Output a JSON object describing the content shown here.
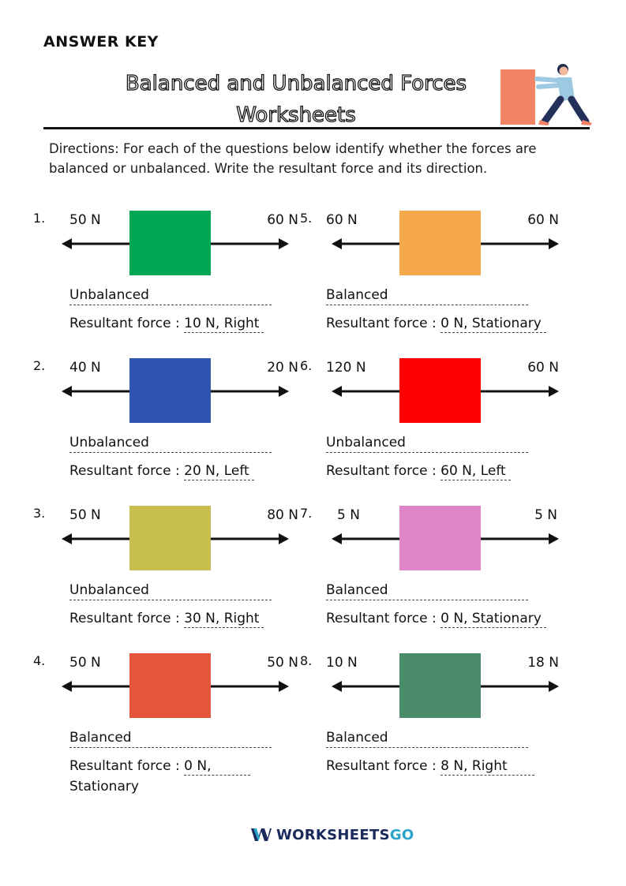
{
  "header": {
    "answer_key": "ANSWER KEY",
    "title_line1": "Balanced and Unbalanced Forces",
    "title_line2": "Worksheets",
    "illustration_icon": "person-pushing-box-icon"
  },
  "directions": "Directions: For each of the questions below identify whether the forces are balanced or unbalanced. Write the resultant force and its direction.",
  "resultant_label": "Resultant force :",
  "questions": [
    {
      "num": "1.",
      "left_force": "50 N",
      "right_force": "60 N",
      "block_color": "#00a651",
      "status": "Unbalanced",
      "answer": "10 N, Right"
    },
    {
      "num": "2.",
      "left_force": "40 N",
      "right_force": "20 N",
      "block_color": "#2e55b0",
      "status": "Unbalanced",
      "answer": "20 N, Left"
    },
    {
      "num": "3.",
      "left_force": "50 N",
      "right_force": "80 N",
      "block_color": "#c8be50",
      "status": "Unbalanced",
      "answer": "30 N, Right"
    },
    {
      "num": "4.",
      "left_force": "50 N",
      "right_force": "50 N",
      "block_color": "#e4563a",
      "status": "Balanced",
      "answer": "0 N,",
      "answer_cont": "Stationary"
    },
    {
      "num": "5.",
      "left_force": "60 N",
      "right_force": "60 N",
      "block_color": "#f5a94a",
      "status": "Balanced",
      "answer": "0 N, Stationary"
    },
    {
      "num": "6.",
      "left_force": "120 N",
      "right_force": "60 N",
      "block_color": "#ff0000",
      "status": "Unbalanced",
      "answer": "60 N, Left"
    },
    {
      "num": "7.",
      "left_force": "5 N",
      "right_force": "5 N",
      "block_color": "#e086c8",
      "status": "Balanced",
      "answer": "0 N, Stationary"
    },
    {
      "num": "8.",
      "left_force": "10 N",
      "right_force": "18 N",
      "block_color": "#4a8c6a",
      "status": "Balanced",
      "answer": "8 N, Right"
    }
  ],
  "footer": {
    "brand_a": "WORKSHEETS",
    "brand_b": "GO",
    "logo_icon": "worksheetsgo-logo-icon",
    "brand_color_a": "#1a2a5c",
    "brand_color_b": "#2aa3c9"
  }
}
